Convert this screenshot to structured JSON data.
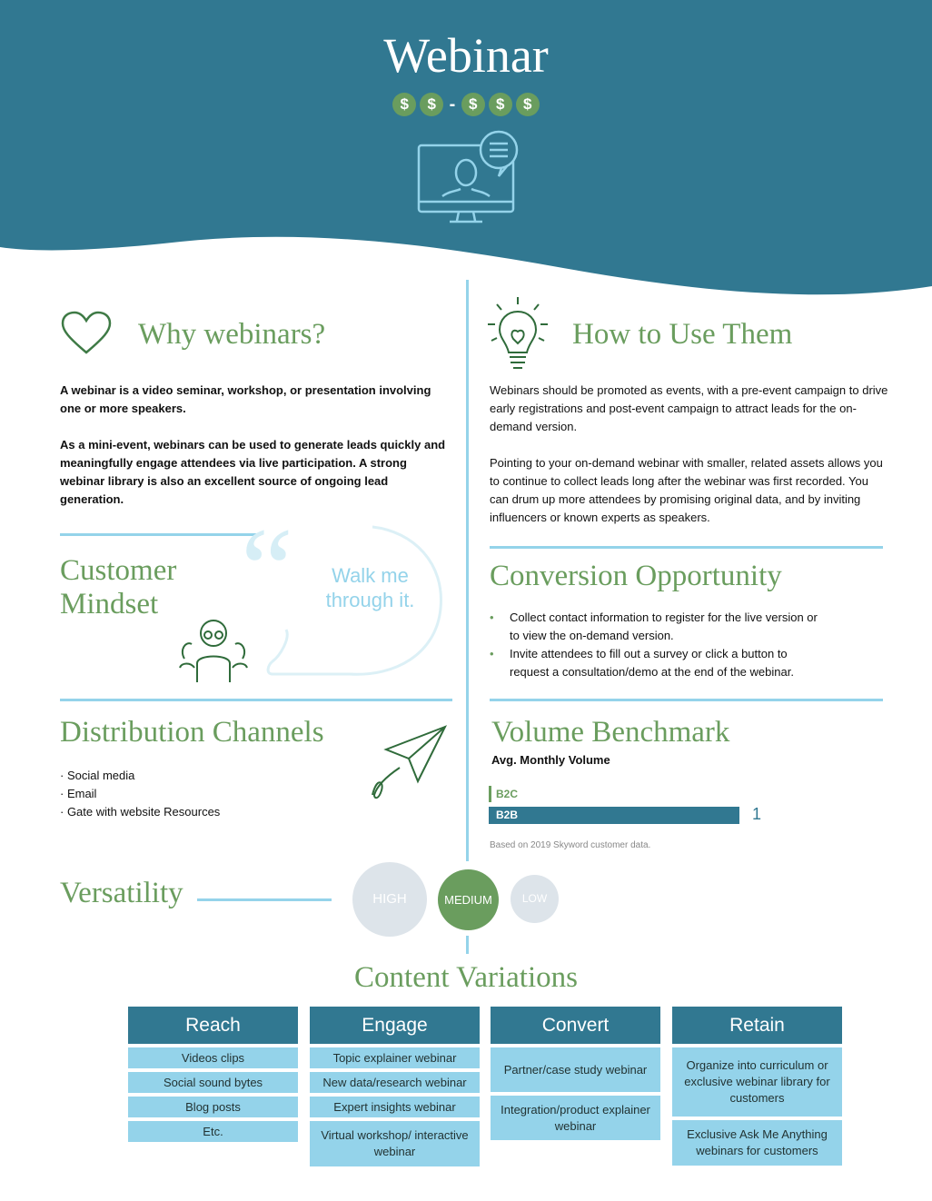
{
  "header": {
    "title": "Webinar",
    "cost_low": [
      "$",
      "$"
    ],
    "cost_sep": "-",
    "cost_high": [
      "$",
      "$",
      "$"
    ]
  },
  "why": {
    "title": "Why webinars?",
    "p1": "A webinar is a video seminar, workshop, or presentation involving one or more speakers.",
    "p2": "As a mini-event, webinars can be used to generate leads quickly and meaningfully engage attendees via live participation. A strong webinar library is also an excellent source of ongoing lead generation."
  },
  "how": {
    "title": "How to Use Them",
    "p1": "Webinars should be promoted as events, with a pre-event campaign to drive early registrations and post-event campaign to attract leads for the on-demand version.",
    "p2": "Pointing to your on-demand webinar with smaller, related assets allows you to continue to collect leads long after the webinar was first recorded. You can drum up more attendees by promising original data, and by inviting influencers or known experts as speakers."
  },
  "mindset": {
    "title_line1": "Customer",
    "title_line2": "Mindset",
    "quote": "Walk me through it."
  },
  "conversion": {
    "title": "Conversion Opportunity",
    "items": [
      "Collect contact information to register for the live version or to view the on-demand version.",
      "Invite attendees to fill out a survey or click a button to request a consultation/demo at the end of the webinar."
    ]
  },
  "distribution": {
    "title": "Distribution Channels",
    "items": [
      "· Social media",
      "· Email",
      "· Gate with website Resources"
    ]
  },
  "volume": {
    "title": "Volume Benchmark",
    "subtitle": "Avg. Monthly Volume",
    "b2c_label": "B2C",
    "b2b_label": "B2B",
    "b2b_value": "1",
    "note": "Based on 2019 Skyword customer data.",
    "colors": {
      "b2c": "#6a9d5e",
      "b2b": "#317891"
    }
  },
  "versatility": {
    "title": "Versatility",
    "levels": [
      "HIGH",
      "MEDIUM",
      "LOW"
    ],
    "selected": "MEDIUM"
  },
  "variations": {
    "title": "Content Variations",
    "columns": [
      {
        "header": "Reach",
        "items": [
          "Videos clips",
          "Social sound bytes",
          "Blog posts",
          "Etc."
        ]
      },
      {
        "header": "Engage",
        "items": [
          "Topic explainer webinar",
          "New data/research webinar",
          "Expert insights webinar",
          "Virtual workshop/ interactive webinar"
        ]
      },
      {
        "header": "Convert",
        "items": [
          "Partner/case study webinar",
          "Integration/product explainer webinar"
        ]
      },
      {
        "header": "Retain",
        "items": [
          "Organize into curriculum or exclusive webinar library for customers",
          "Exclusive Ask Me Anything webinars for customers"
        ]
      }
    ]
  }
}
